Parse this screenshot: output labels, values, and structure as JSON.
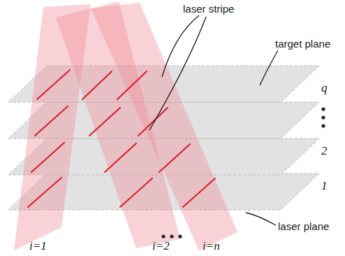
{
  "diagram": {
    "labels": [
      "laser stripe",
      "target plane",
      "q",
      "2",
      "1",
      "laser plane",
      "i=1",
      "i=2",
      "i=n"
    ]
  }
}
